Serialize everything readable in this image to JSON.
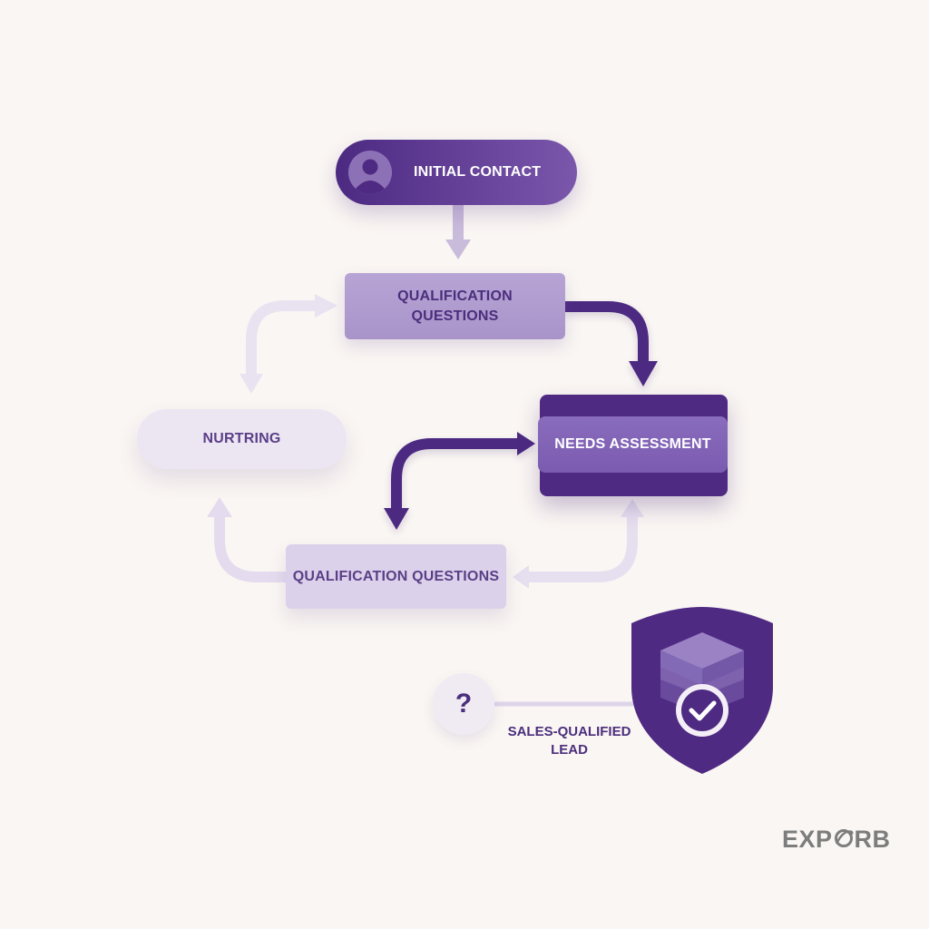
{
  "nodes": {
    "initial_contact": "INITIAL CONTACT",
    "qualification_top": "QUALIFICATION\nQUESTIONS",
    "nurturing": "NURTRING",
    "needs_assessment": "NEEDS ASSESSMENT",
    "qualification_bottom": "QUALIFICATION QUESTIONS"
  },
  "question_mark": "?",
  "outcome_label": "SALES-QUALIFIED\nLEAD",
  "brand": {
    "before": "EXP",
    "after": "RB"
  },
  "icons": [
    "user-avatar-icon",
    "question-icon",
    "shield-check-icon",
    "logo-orb-icon"
  ],
  "colors": {
    "background": "#faf6f3",
    "primary_dark": "#4e2a82",
    "primary_mid": "#7a5bb0",
    "light_purple": "#b7a4d4",
    "pale_purple": "#ece6f3",
    "brand_gray": "#7d7d7d"
  }
}
